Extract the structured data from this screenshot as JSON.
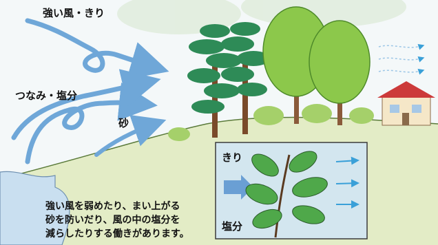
{
  "labels": {
    "wind_fog": "強い風・きり",
    "spray_salt": "つなみ・塩分",
    "sand": "砂",
    "fog": "きり",
    "salt": "塩分"
  },
  "caption": {
    "line1": "強い風を弱めたり、まい上がる",
    "line2": "砂を防いだり、風の中の塩分を",
    "line3": "減らしたりする働きがあります。"
  },
  "colors": {
    "sky": "#eef5f7",
    "hill": "#dfe9c2",
    "water": "#c9dff0",
    "pine": "#2e8b57",
    "broadleaf": "#8cc84b",
    "wind_arrow": "#6fa7d8",
    "inset_bg": "#d3e6ef",
    "roof": "#cc3a3a"
  },
  "icons": [
    "wind-arrow",
    "pine-tree",
    "broadleaf-tree",
    "house",
    "leaf-branch",
    "wind-lines"
  ]
}
